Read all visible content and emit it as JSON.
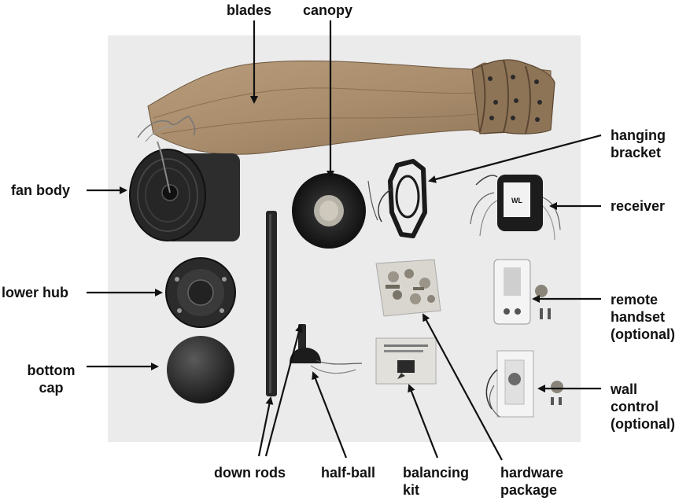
{
  "labels": {
    "blades": "blades",
    "canopy": "canopy",
    "hanging_bracket": [
      "hanging",
      "bracket"
    ],
    "fan_body": "fan body",
    "receiver": "receiver",
    "lower_hub": "lower hub",
    "remote_handset": [
      "remote",
      "handset",
      "(optional)"
    ],
    "bottom_cap": [
      "bottom",
      "cap"
    ],
    "wall_control": [
      "wall",
      "control",
      "(optional)"
    ],
    "down_rods": "down rods",
    "half_ball": "half-ball",
    "balancing_kit": [
      "balancing",
      "kit"
    ],
    "hardware_package": [
      "hardware",
      "package"
    ]
  },
  "receiver_sticker": "WL",
  "colors": {
    "photo_bg": "#ebebeb",
    "wood": "#a88c6c",
    "dark_part": "#2a2a2a",
    "label": "#111111"
  }
}
